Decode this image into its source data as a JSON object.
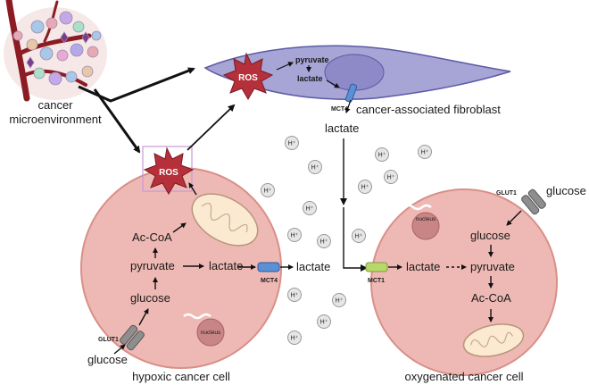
{
  "labels": {
    "tme": [
      "cancer",
      "microenvironment"
    ],
    "caf": "cancer-associated fibroblast",
    "hypoxic": "hypoxic cancer cell",
    "oxygenated": "oxygenated cancer cell",
    "ros": "ROS",
    "mct4": "MCT4",
    "mct1": "MCT1",
    "glut1": "GLUT1",
    "nucleus": "nucleus",
    "hplus": "H⁺",
    "caf_pyruvate": "pyruvate",
    "caf_lactate": "lactate",
    "lactate_below_caf": "lactate",
    "extracellular_lactate": "lactate",
    "hyp": {
      "acoa": "Ac-CoA",
      "pyruvate": "pyruvate",
      "glucose": "glucose",
      "lactate": "lactate",
      "glucose_outside": "glucose"
    },
    "oxy": {
      "glucose_outside": "glucose",
      "glucose": "glucose",
      "lactate": "lactate",
      "pyruvate": "pyruvate",
      "acoa": "Ac-CoA"
    }
  },
  "colors": {
    "cell_fill": "#eeb9b4",
    "cell_stroke": "#d98f88",
    "caf_fill": "#a7a4d6",
    "caf_stroke": "#5d5aa6",
    "ros_fill": "#b5303a",
    "mct4": "#5b8fd6",
    "mct1": "#b8d96a",
    "vessel": "#8c1c24",
    "nucleus": "#c98585",
    "mito_fill": "#fbe9d1"
  }
}
